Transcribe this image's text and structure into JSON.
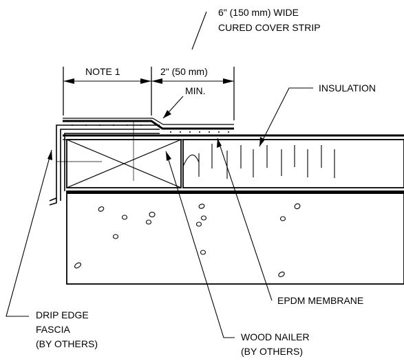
{
  "labels": {
    "cover_strip_line1": "6\" (150 mm) WIDE",
    "cover_strip_line2": "CURED COVER STRIP",
    "note": "NOTE 1",
    "min_width": "2\" (50 mm)",
    "min": "MIN.",
    "insulation": "INSULATION",
    "epdm": "EPDM MEMBRANE",
    "drip_line1": "DRIP EDGE",
    "drip_line2": "FASCIA",
    "drip_line3": "(BY OTHERS)",
    "nailer_line1": "WOOD NAILER",
    "nailer_line2": "(BY OTHERS)"
  },
  "colors": {
    "ink": "#000000",
    "background": "#ffffff"
  }
}
